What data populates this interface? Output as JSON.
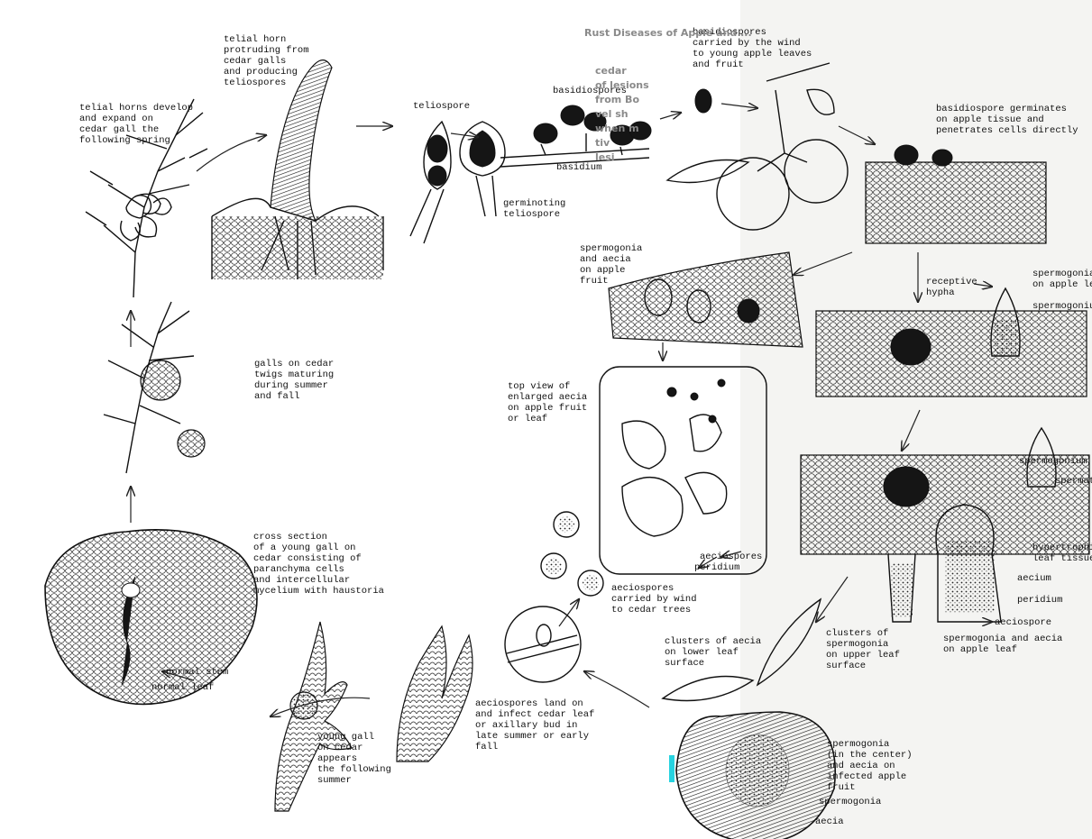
{
  "colors": {
    "ink": "#111111",
    "paper": "#ffffff",
    "page_tint": "#f4f4f2",
    "accent_cyan": "#27d3e0"
  },
  "labels": {
    "telial_horns_develop": "telial horns develop\nand expand on\ncedar gall the\nfollowing spring",
    "telial_horn": "telial horn\nprotruding from\ncedar galls\nand producing\nteliospores",
    "teliospore": "teliospore",
    "basidiospores_carried": "basidiospores\ncarried by the wind\nto young apple leaves\nand fruit",
    "basidiospores": "basidiospores",
    "basidium": "basidium",
    "germinating_teliospore": "germinoting\nteliospore",
    "basidiospore_germinates": "basidiospore germinates\non apple tissue and\npenetrates cells directly",
    "spermogonia_aecia_fruit": "spermogonia\nand aecia\non apple\nfruit",
    "receptive_hypha": "receptive\nhypha",
    "spermogonia_on_apple_leaf": "spermogonia\non apple lea",
    "spermogonium_cut": "spermogoniu",
    "top_view_aecia": "top view of\nenlarged aecia\non apple fruit\nor leaf",
    "galls_on_cedar": "galls on cedar\ntwigs maturing\nduring summer\nand fall",
    "spermogonium": "spermogonium",
    "spermatia_cut": "spermat",
    "aeciospores": "aeciospores",
    "peridium": "peridium",
    "hypertrophied": "hypertrophie\nleaf tissues",
    "aecium": "aecium",
    "peridium_right": "peridium",
    "aeciospore": "aeciospore",
    "cross_section": "cross section\nof a young gall on\ncedar consisting of\nparanchyma cells\nand intercellular\nmycelium with haustoria",
    "aeciospores_carried": "aeciospores\ncarried by wind\nto cedar trees",
    "spermogonia_aecia_leaf": "spermogonia and aecia\non apple leaf",
    "clusters_aecia": "clusters of aecia\non lower leaf\nsurface",
    "clusters_spermogonia": "clusters of\nspermogonia\non upper leaf\nsurface",
    "normal_stem": "normal stem",
    "normal_leaf": "normal leaf",
    "young_gall": "young gall\non cedar\nappears\nthe following\nsummer",
    "aeciospores_land": "aeciospores land on\nand infect cedar leaf\nor axillary bud in\nlate summer or early\nfall",
    "spermogonia_center": "spermogonia\n(in the center)\nand aecia on\ninfected apple\nfruit",
    "spermogonia_fruit": "spermogonia",
    "aecia_fruit": "aecia"
  },
  "page_bleed": {
    "header": "Rust Diseases of Apple and ...",
    "lines": [
      "cedar",
      "of lesions",
      "from Bo",
      "vel sh",
      "when m",
      "tiv",
      "lesi"
    ]
  }
}
